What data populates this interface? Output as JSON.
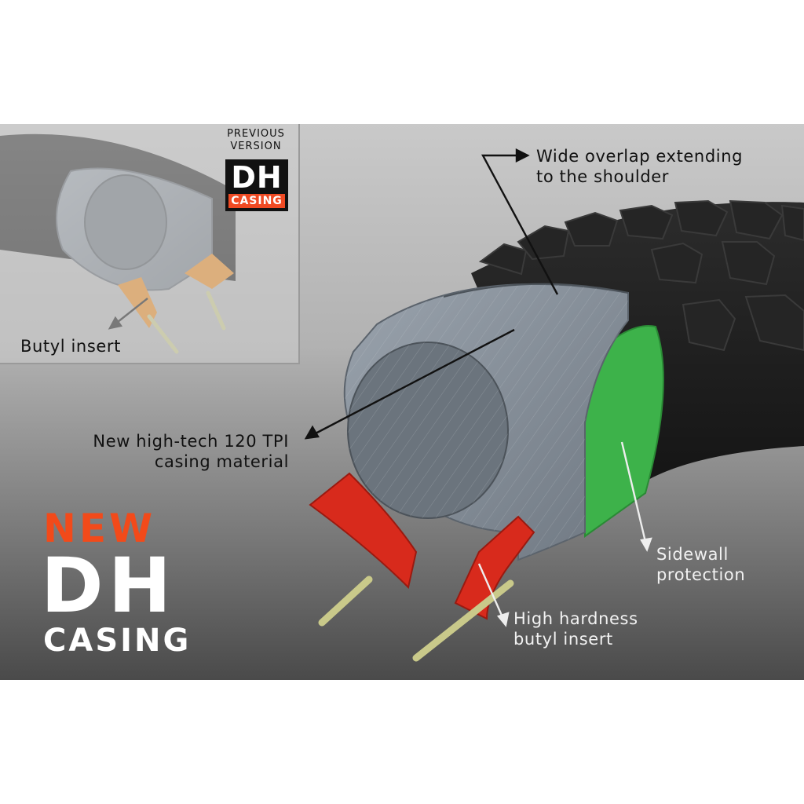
{
  "inset": {
    "previous_label": "PREVIOUS\nVERSION",
    "badge_main": "DH",
    "badge_sub": "CASING",
    "butyl_label": "Butyl insert"
  },
  "callouts": {
    "overlap": "Wide overlap extending\nto the shoulder",
    "casing_material": "New high-tech 120 TPI\ncasing material",
    "sidewall": "Sidewall\nprotection",
    "butyl": "High hardness\nbutyl insert"
  },
  "logo": {
    "new": "NEW",
    "dh": "DH",
    "casing": "CASING"
  },
  "colors": {
    "accent_orange": "#f24a1a",
    "sidewall_green": "#3db24a",
    "butyl_red": "#d82a1c",
    "old_butyl_orange": "#ee8a1c",
    "casing_gray": "#8f98a3",
    "tread_black": "#1c1c1c"
  }
}
